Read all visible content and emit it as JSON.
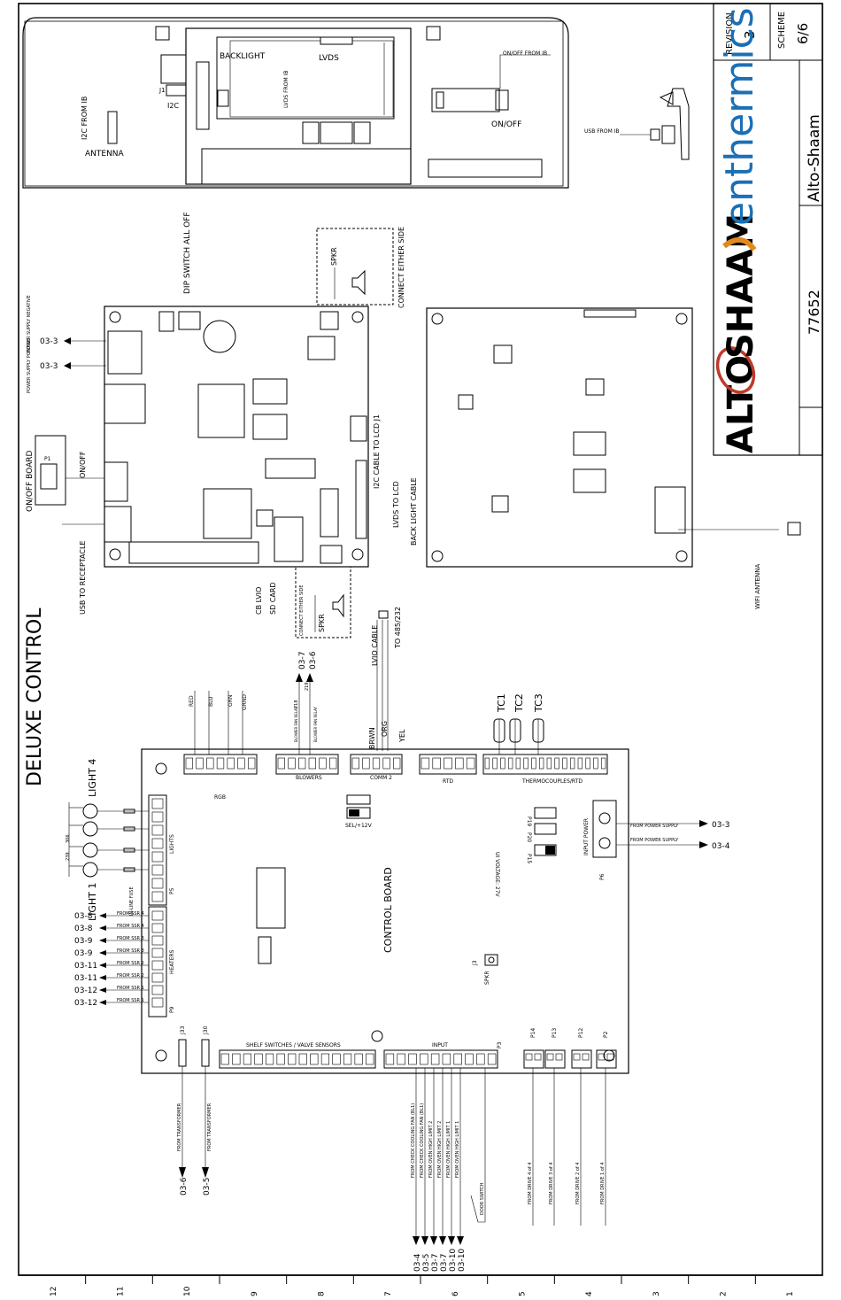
{
  "title": "DELUXE CONTROL",
  "title_block": {
    "revision_label": "REVISION",
    "revision": "3",
    "scheme_label": "SCHEME",
    "scheme": "6/6",
    "company": "Alto-Shaam",
    "drawing_number": "77652",
    "logo_alto": "ALTO",
    "logo_shaam": "SHAAM",
    "logo_enthermics": "enthermics"
  },
  "ruler_numbers": [
    "12",
    "11",
    "10",
    "9",
    "8",
    "7",
    "6",
    "5",
    "4",
    "3",
    "2",
    "1"
  ],
  "display": {
    "backlight": "BACKLIGHT",
    "lvds": "LVDS",
    "lvds_from_ib": "LVDS FROM IB",
    "i2c": "I2C",
    "j1": "J1",
    "i2c_from_ib": "I2C FROM IB",
    "antenna": "ANTENNA",
    "onoff_from_ib": "ON/OFF FROM IB",
    "onoff": "ON/OFF",
    "usb_from_ib": "USB FROM IB"
  },
  "ib_labels": {
    "dip_switch": "DIP SWITCH ALL OFF",
    "spkr_top": "SPKR",
    "connect_either_side_top": "CONNECT EITHER SIDE",
    "ps_negative": "POWER SUPPLY NEGATIVE",
    "ps_positive": "POWER SUPPLY POSITIVE",
    "ref_033a": "03-3",
    "ref_033b": "03-3",
    "onoff_board": "ON/OFF BOARD",
    "p1": "P1",
    "onoff": "ON/OFF",
    "usb_to_receptacle": "USB TO RECEPTACLE",
    "i2c_cable": "I2C CABLE TO LCD J1",
    "lvds_to_lcd": "LVDS TO LCD",
    "back_light_cable": "BACK LIGHT CABLE",
    "cb_lvio": "CB  LVIO",
    "sd_card": "SD CARD",
    "connect_either_side_bottom": "CONNECT EITHER SIDE",
    "spkr_bottom": "SPKR",
    "lvio_cable": "LVIO CABLE",
    "to_485": "TO 485/232",
    "wifi_antenna": "WIFI ANTENNA"
  },
  "control_board": {
    "title": "CONTROL BOARD",
    "rgb_wires": [
      "RED",
      "BLU",
      "GRN",
      "GRND"
    ],
    "rgb_label": "RGB",
    "blower_218": "218",
    "blower_219": "219",
    "blower_fan_relay_a": "BLOWER FAN RELAY",
    "blower_fan_relay_b": "BLOWER FAN RELAY",
    "ref_037": "03-7",
    "ref_036": "03-6",
    "blowers": "BLOWERS",
    "comm2": "COMM 2",
    "rtd": "RTD",
    "thermocouples": "THERMOCOUPLES/RTD",
    "comm_wires": [
      "BRWN",
      "ORG",
      "YEL"
    ],
    "tc": [
      "TC1",
      "TC2",
      "TC3"
    ],
    "sel_12v": "SEL/+12V",
    "p19": "P19",
    "p20": "P20",
    "p15": "P15",
    "ui_voltage": "UI VOLTAGE: 27V",
    "input_power": "INPUT POWER",
    "from_ps_a": "FROM POWER SUPPLY",
    "from_ps_b": "FROM POWER SUPPLY",
    "ref_033": "03-3",
    "ref_034": "03-4",
    "p6": "P6",
    "lights": "LIGHTS",
    "light4": "LIGHT 4",
    "light1": "LIGHT 1",
    "inline_fuse": "IN-LINE FUSE",
    "n306": "306",
    "n239": "239",
    "heaters": "HEATERS",
    "heater_refs": [
      "03-8",
      "03-8",
      "03-9",
      "03-9",
      "03-11",
      "03-11",
      "03-12",
      "03-12"
    ],
    "ssr_labels": [
      "FROM SSR 4",
      "FROM SSR 4",
      "FROM SSR 3",
      "FROM SSR 3",
      "FROM SSR 2",
      "FROM SSR 2",
      "FROM SSR 1",
      "FROM SSR 1"
    ],
    "p5": "P5",
    "p9": "P9",
    "j3": "J3",
    "spkr": "SPKR",
    "j33": "J33",
    "j30": "J30",
    "from_transformer_a": "FROM TRANSFORMER",
    "from_transformer_b": "FROM TRANSFORMER",
    "ref_035": "03-5",
    "shelf_switches": "SHELF SWITCHES / VALVE SENSORS",
    "input": "INPUT",
    "p3": "P3",
    "input_wires": [
      "FROM CHECK COOLING FAN (BL1)",
      "FROM CHECK COOLING FAN (BL1)",
      "FROM OVEN HIGH LIMIT 2",
      "FROM OVEN HIGH LIMIT 2",
      "FROM OVEN HIGH LIMIT 1",
      "FROM OVEN HIGH LIMIT 1",
      "DOOR SWITCH"
    ],
    "input_refs": [
      "03-4",
      "03-5",
      "03-7",
      "03-7",
      "03-10",
      "03-10"
    ],
    "drives": [
      "P14",
      "P13",
      "P12",
      "P2"
    ],
    "drive_from": [
      "FROM DRIVE 4 of 4",
      "FROM DRIVE 3 of 4",
      "FROM DRIVE 2 of 4",
      "FROM DRIVE 1 of 4"
    ]
  }
}
